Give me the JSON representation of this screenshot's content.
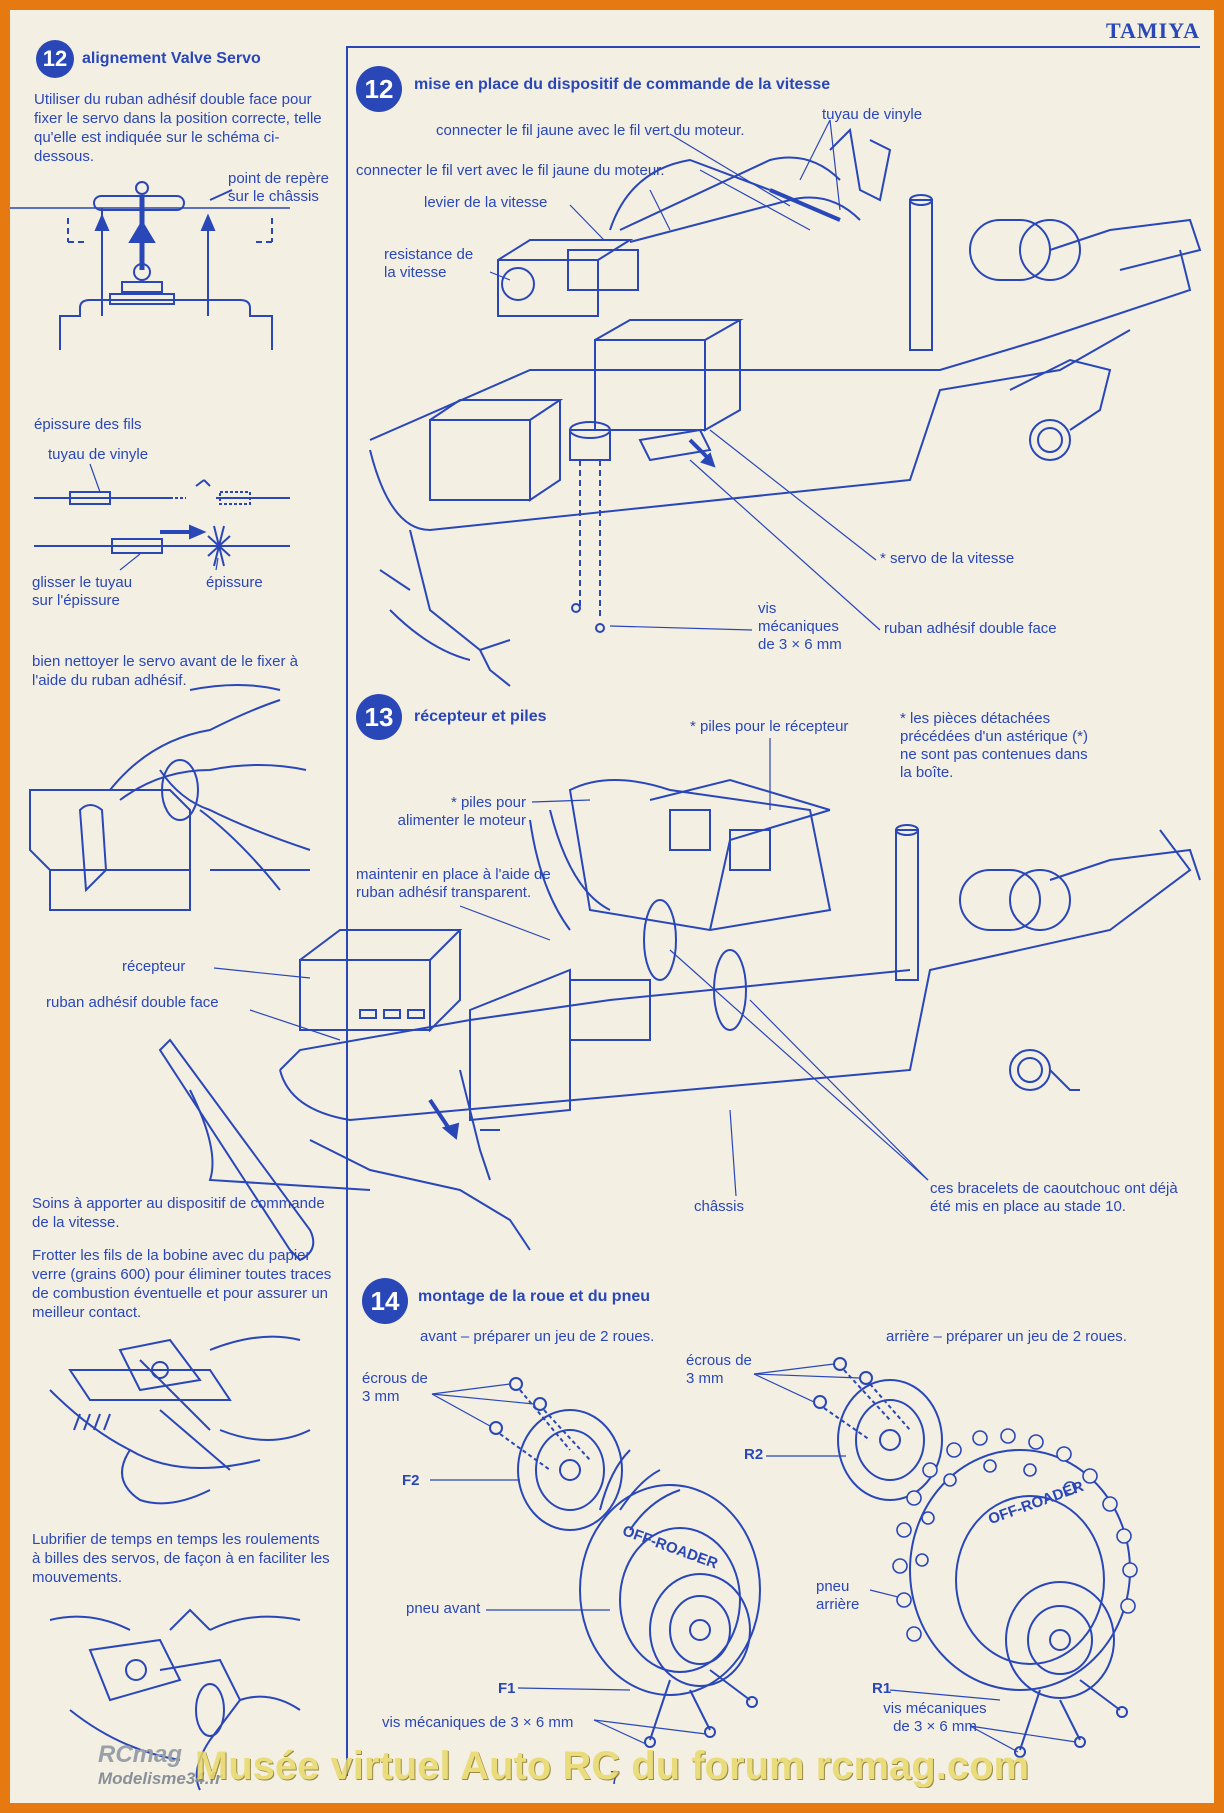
{
  "brand": "TAMIYA",
  "left": {
    "step12": {
      "number": "12",
      "title": "alignement Valve Servo",
      "intro": "Utiliser du ruban adhésif double face pour fixer le servo dans la position correcte, telle qu'elle est indiquée sur le schéma ci-dessous.",
      "mark_label": "point de repère sur le châssis"
    },
    "splice": {
      "heading": "épissure des fils",
      "vinyl_label": "tuyau de vinyle",
      "slide_label": "glisser le tuyau sur l'épissure",
      "splice_label": "épissure"
    },
    "clean_note": "bien nettoyer le servo avant de le fixer à l'aide du ruban adhésif.",
    "care_title": "Soins à apporter au dispositif de commande de la vitesse.",
    "care_body": "Frotter les fils de la bobine avec du papier verre (grains 600) pour éliminer toutes traces de combustion éventuelle et pour assurer un meilleur contact.",
    "lube_note": "Lubrifier de temps en temps les roulements à billes des servos, de façon à en faciliter les mouvements."
  },
  "step12b": {
    "number": "12",
    "title": "mise en place du dispositif de commande de la vitesse",
    "labels": {
      "yellow_green": "connecter le fil jaune avec le fil vert du moteur.",
      "vinyl": "tuyau de vinyle",
      "green_yellow": "connecter le fil vert avec le fil jaune du moteur.",
      "lever": "levier de la vitesse",
      "resistance": "resistance de la vitesse",
      "servo": "* servo de la vitesse",
      "screws": "vis mécaniques de 3 × 6 mm",
      "tape": "ruban adhésif double face"
    }
  },
  "step13": {
    "number": "13",
    "title": "récepteur et piles",
    "labels": {
      "rx_batt": "* piles pour le récepteur",
      "asterisk_note": "* les pièces détachées précédées d'un astérique (*) ne sont pas contenues dans la boîte.",
      "motor_batt": "* piles pour alimenter le moteur",
      "clear_tape": "maintenir en place à l'aide de ruban adhésif transparent.",
      "receiver": "récepteur",
      "tape": "ruban adhésif double face",
      "chassis": "châssis",
      "bands": "ces bracelets de caoutchouc ont déjà été mis en place au stade 10."
    }
  },
  "step14": {
    "number": "14",
    "title": "montage de la roue et du pneu",
    "front_caption": "avant – préparer un jeu de 2 roues.",
    "rear_caption": "arrière – préparer un jeu de 2 roues.",
    "labels": {
      "nuts_front": "écrous de 3 mm",
      "nuts_rear": "écrous de 3 mm",
      "f2": "F2",
      "r2": "R2",
      "front_tire": "pneu avant",
      "rear_tire": "pneu arrière",
      "f1": "F1",
      "r1": "R1",
      "screws_front": "vis mécaniques de 3 × 6 mm",
      "screws_rear": "vis mécaniques de 3 × 6 mm",
      "tire_text": "OFF-ROADER"
    }
  },
  "footer": {
    "page": "7",
    "watermark": "Musée virtuel Auto RC du forum rcmag.com",
    "logo_top": "RCmag",
    "logo_bottom": "Modelisme34.fr"
  },
  "colors": {
    "ink": "#2a47b8",
    "paper": "#f3efe3",
    "border": "#e67a10"
  }
}
